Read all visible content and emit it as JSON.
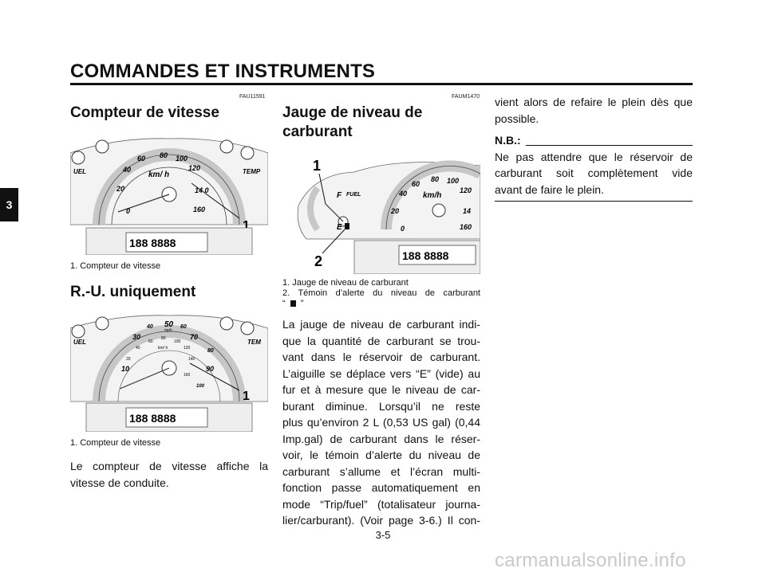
{
  "header": {
    "title": "COMMANDES ET INSTRUMENTS",
    "chapter_tab": "3"
  },
  "col1": {
    "code": "FAU11591",
    "heading": "Compteur de vitesse",
    "fig1": {
      "labels": {
        "uel": "UEL",
        "temp": "TEMP",
        "kmh": "km/ h",
        "s60": "60",
        "s80": "80",
        "s100": "100",
        "s120": "120",
        "s40": "40",
        "s20": "20",
        "s140": "14 0",
        "s0": "0",
        "s160": "160",
        "callout": "1"
      },
      "caption": "1. Compteur de vitesse"
    },
    "subheading": "R.-U. uniquement",
    "fig2": {
      "labels": {
        "uel": "UEL",
        "tem": "TEM",
        "kmh": "km/ h",
        "mph": "mph",
        "m30": "30",
        "m40": "40",
        "m50": "50",
        "m60": "60",
        "m70": "70",
        "m80": "80",
        "m90": "90",
        "m10": "10",
        "m100": "100",
        "k20": "20",
        "k40": "40",
        "k60": "60",
        "k80": "80",
        "k100": "100",
        "k120": "120",
        "k140": "140",
        "k160": "160",
        "callout": "1"
      },
      "caption": "1. Compteur de vitesse"
    },
    "para_l1": "Le compteur de vitesse affiche la",
    "para_l2": "vitesse de conduite."
  },
  "col2": {
    "code": "FAUM1470",
    "heading_l1": "Jauge de niveau de",
    "heading_l2": "carburant",
    "fig3": {
      "labels": {
        "c1": "1",
        "c2": "2",
        "f": "F",
        "fuel": "FUEL",
        "e": "E",
        "s60": "60",
        "s80": "80",
        "s100": "100",
        "s40": "40",
        "kmh": "km/h",
        "s120": "120",
        "s20": "20",
        "s14": "14",
        "s0": "0",
        "s160": "160"
      }
    },
    "caption1": "1. Jauge de niveau de carburant",
    "caption2": "2. Témoin d’alerte du niveau de carburant",
    "caption3_open": "“",
    "caption3_close": "”",
    "para": [
      "La jauge de niveau de carburant indi-",
      "que la quantité de carburant se trou-",
      "vant dans le réservoir de carburant.",
      "L’aiguille se déplace vers “E” (vide) au",
      "fur et à mesure que le niveau de car-",
      "burant diminue. Lorsqu’il ne reste",
      "plus qu’environ 2 L (0,53 US gal) (0,44",
      "Imp.gal) de carburant dans le réser-",
      "voir, le témoin d’alerte du niveau de",
      "carburant s’allume et l’écran multi-",
      "fonction passe automatiquement en",
      "mode “Trip/fuel” (totalisateur journa-",
      "lier/carburant). (Voir page 3-6.) Il con-"
    ]
  },
  "col3": {
    "para": [
      "vient alors de refaire le plein dès que",
      "possible."
    ],
    "nb_label": "N.B.:",
    "nb_text": [
      "Ne pas attendre que le réservoir de",
      "carburant soit complètement vide",
      "avant de faire le plein."
    ]
  },
  "footer": {
    "page": "3-5",
    "watermark": "carmanualsonline.info"
  }
}
